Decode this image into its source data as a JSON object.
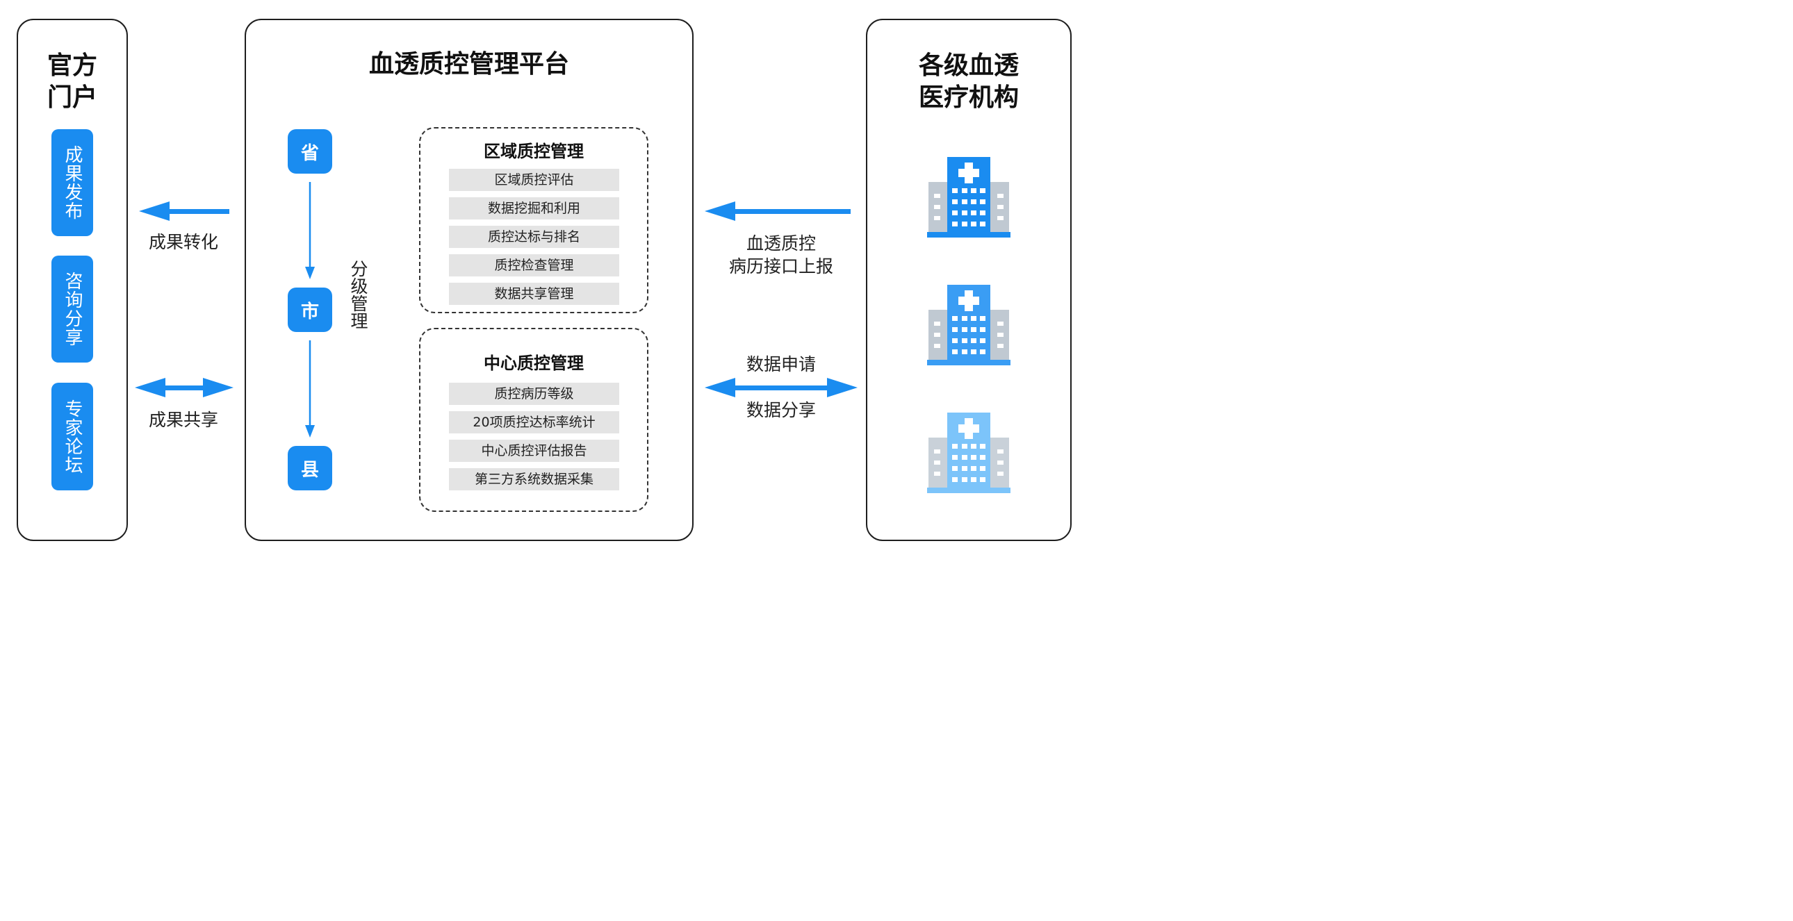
{
  "left_panel": {
    "title": "官方门户",
    "buttons": [
      "成果发布",
      "咨询分享",
      "专家论坛"
    ]
  },
  "center_panel": {
    "title": "血透质控管理平台",
    "levels": [
      "省",
      "市",
      "县"
    ],
    "level_label": "分级管理",
    "regional": {
      "title": "区域质控管理",
      "items": [
        "区域质控评估",
        "数据挖掘和利用",
        "质控达标与排名",
        "质控检查管理",
        "数据共享管理"
      ]
    },
    "center": {
      "title": "中心质控管理",
      "items": [
        "质控病历等级",
        "20项质控达标率统计",
        "中心质控评估报告",
        "第三方系统数据采集"
      ]
    }
  },
  "right_panel": {
    "title": "各级血透医疗机构",
    "icons": [
      "hospital-icon",
      "hospital-icon",
      "hospital-icon"
    ]
  },
  "arrows": {
    "left_top_label": "成果转化",
    "left_bottom_label": "成果共享",
    "right_top_label_1": "血透质控",
    "right_top_label_2": "病历接口上报",
    "right_bottom_label_1": "数据申请",
    "right_bottom_label_2": "数据分享"
  },
  "colors": {
    "accent": "#1a8cf0",
    "hospital_blue": "#1a8cf0",
    "hospital_light": "#7cc4fa",
    "hospital_gray": "#c0c9d2"
  }
}
